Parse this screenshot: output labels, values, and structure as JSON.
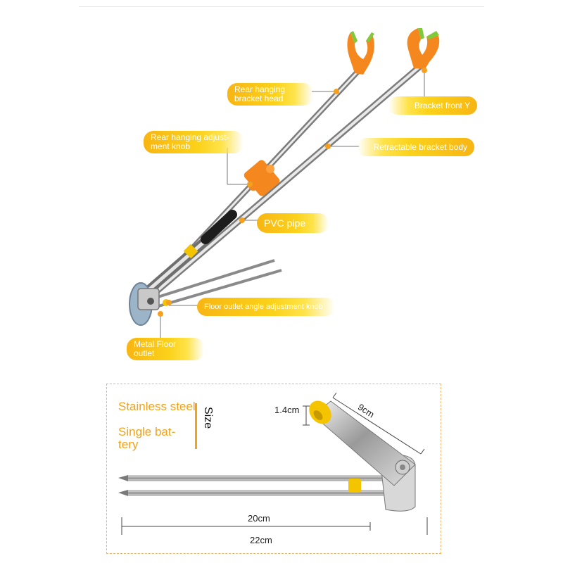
{
  "callouts": {
    "rear_head": "Rear hanging bracket head",
    "front_y": "Bracket front Y",
    "rear_knob": "Rear hanging adjust-ment knob",
    "retractable_body": "Retractable bracket body",
    "pvc_pipe": "PVC pipe",
    "floor_knob": "Floor outlet angle adjustment knob",
    "metal_outlet": "Metal Floor outlet"
  },
  "size_panel": {
    "material_line1": "Stainless steel",
    "material_line2": "Single bat-tery",
    "size_label": "Size",
    "dim_height": "1.4cm",
    "dim_arm": "9cm",
    "dim_inner": "20cm",
    "dim_total": "22cm"
  },
  "colors": {
    "accent_orange": "#f5871f",
    "callout_yellow": "#f8b513",
    "panel_border": "#f0b46a"
  }
}
